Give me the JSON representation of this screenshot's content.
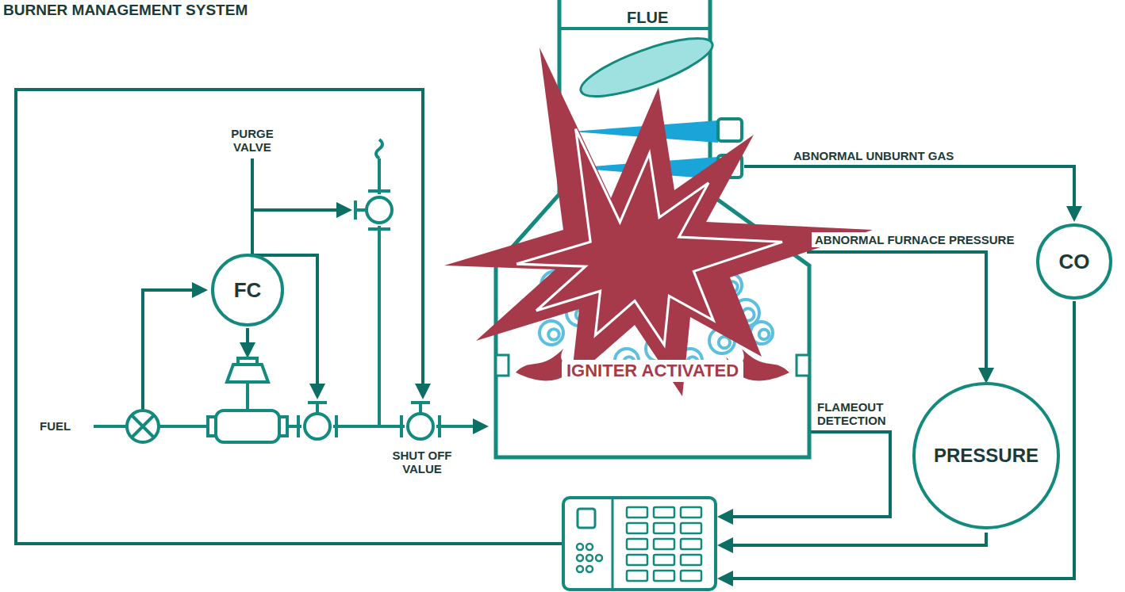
{
  "diagram": {
    "title": "BURNER MANAGEMENT SYSTEM",
    "nodes": [
      {
        "text": [
          "FC"
        ]
      },
      {
        "text": [
          "IGNITER ACTIVATED"
        ]
      },
      {
        "text": [
          "PRESSURE"
        ]
      },
      {
        "text": [
          "CO"
        ]
      }
    ],
    "edges": [
      {
        "from": 1,
        "to": 2,
        "label": "ABNORMAL FURNACE PRESSURE",
        "arrow": "to"
      }
    ],
    "labels": [
      "FLUE",
      "PURGE VALVE",
      "ABNORMAL UNBURNT GAS",
      "FUEL",
      "SHUT OFF VALUE",
      "FLAMEOUT DETECTION"
    ]
  }
}
